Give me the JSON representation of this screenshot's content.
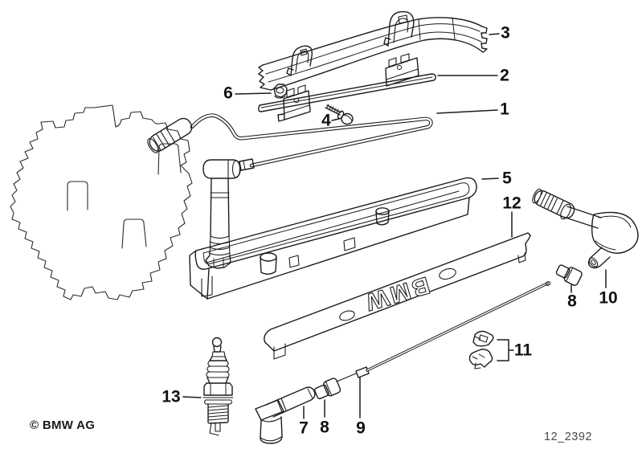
{
  "diagram": {
    "copyright": "© BMW AG",
    "drawing_number": "12_2392",
    "bmw_logo_text": "BMW",
    "callouts": {
      "n1": "1",
      "n2": "2",
      "n3": "3",
      "n4": "4",
      "n5": "5",
      "n6": "6",
      "n7": "7",
      "n8_bottom": "8",
      "n8_right": "8",
      "n9": "9",
      "n10": "10",
      "n11": "11",
      "n12": "12",
      "n13": "13"
    },
    "colors": {
      "background": "#ffffff",
      "line": "#1c1c1c",
      "drawing_number_text": "#4a4a4a"
    }
  }
}
